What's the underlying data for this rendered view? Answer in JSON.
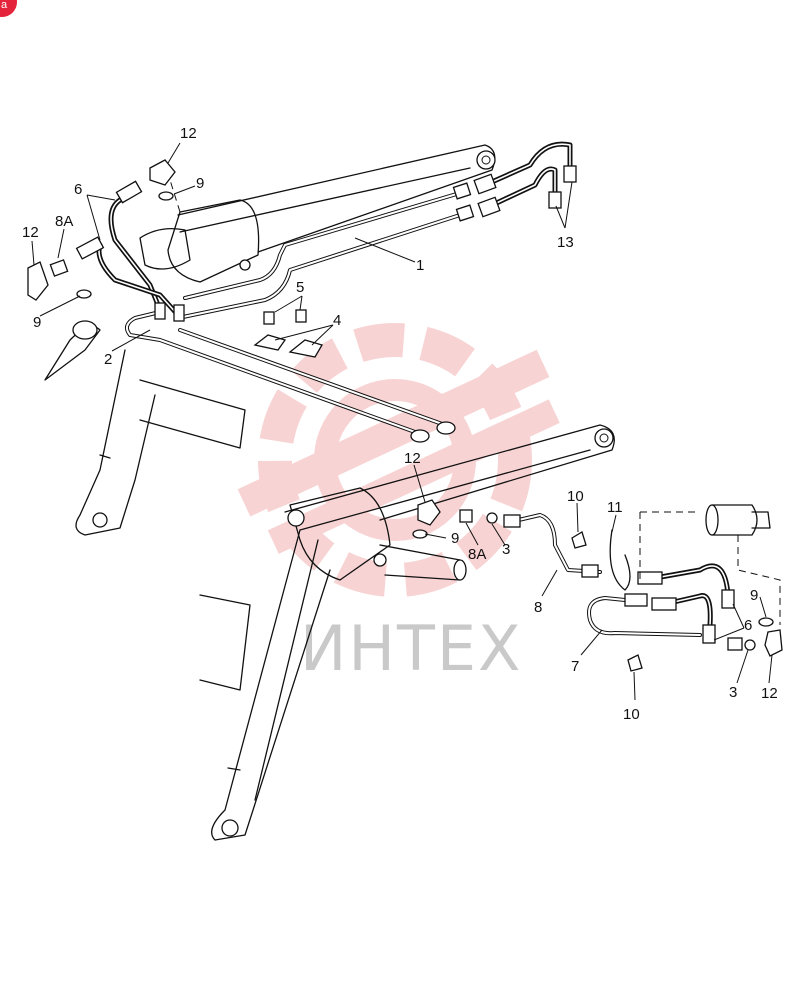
{
  "watermark": {
    "text": "ИНТЕХ",
    "color": "#e23a3a"
  },
  "corner_badge": {
    "text": "a",
    "color": "#e3243b"
  },
  "callouts": {
    "c1": "1",
    "c2": "2",
    "c3a": "3",
    "c3b": "3",
    "c4": "4",
    "c5": "5",
    "c6a": "6",
    "c6b": "6",
    "c7": "7",
    "c8": "8",
    "c8a1": "8A",
    "c8a2": "8A",
    "c9a": "9",
    "c9b": "9",
    "c9c": "9",
    "c9d": "9",
    "c10a": "10",
    "c10b": "10",
    "c11": "11",
    "c12a": "12",
    "c12b": "12",
    "c12c": "12",
    "c12d": "12",
    "c13": "13"
  }
}
